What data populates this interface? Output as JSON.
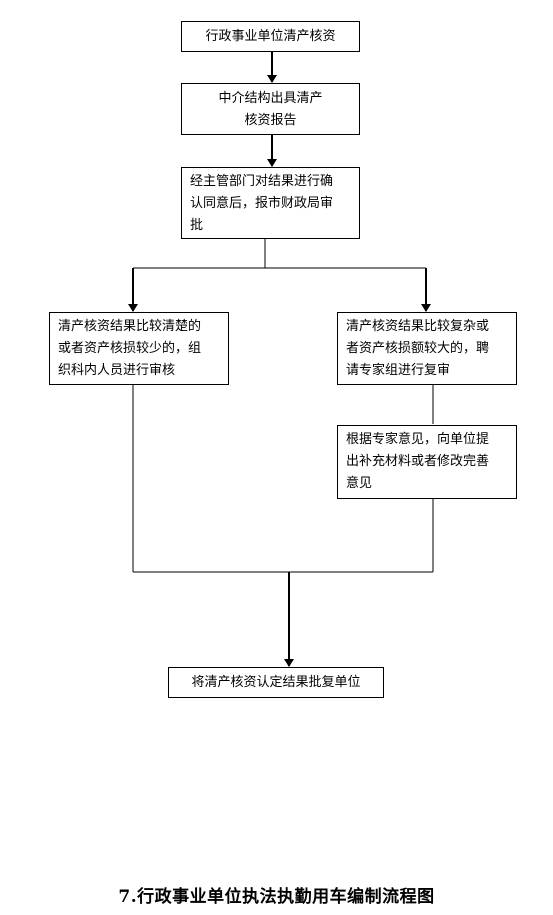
{
  "nodes": {
    "start": {
      "lines": [
        "行政事业单位清产核资"
      ]
    },
    "report": {
      "lines": [
        "中介结构出具清产",
        "核资报告"
      ]
    },
    "confirm": {
      "lines": [
        "经主管部门对结果进行确",
        "认同意后，报市财政局审",
        "批"
      ]
    },
    "simple": {
      "lines": [
        "清产核资结果比较清楚的",
        "或者资产核损较少的，组",
        "织科内人员进行审核"
      ]
    },
    "complex": {
      "lines": [
        "清产核资结果比较复杂或",
        "者资产核损额较大的，聘",
        "请专家组进行复审"
      ]
    },
    "expert": {
      "lines": [
        "根据专家意见，向单位提",
        "出补充材料或者修改完善",
        "意见"
      ]
    },
    "final": {
      "lines": [
        "将清产核资认定结果批复单位"
      ]
    }
  },
  "caption": "7.行政事业单位执法执勤用车编制流程图"
}
